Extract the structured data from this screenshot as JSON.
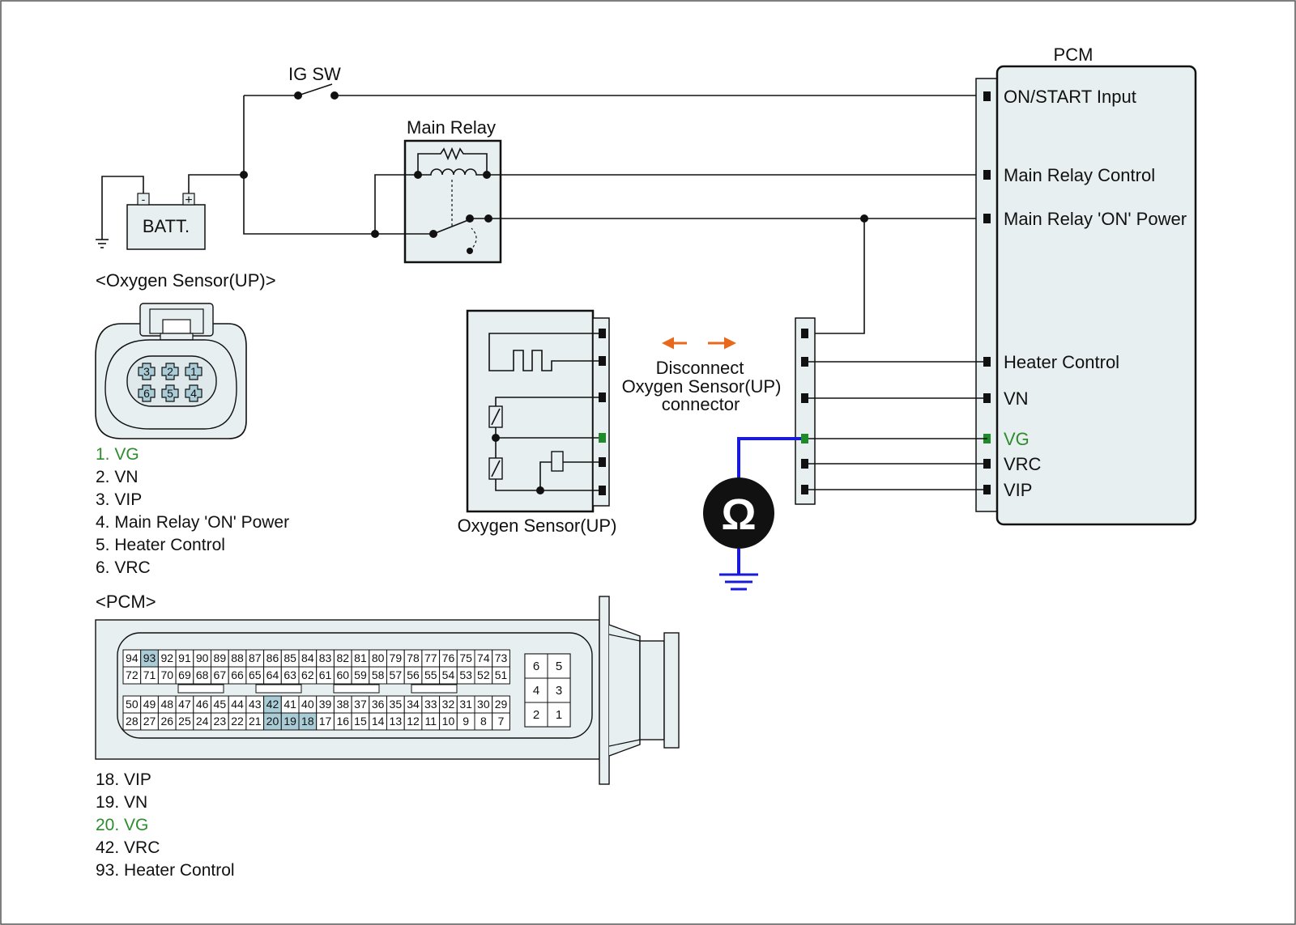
{
  "labels": {
    "ig_sw": "IG SW",
    "main_relay": "Main Relay",
    "batt": "BATT.",
    "batt_minus": "-",
    "batt_plus": "+",
    "pcm": "PCM",
    "pcm_section": "<PCM>",
    "o2_section": "<Oxygen Sensor(UP)>",
    "o2_block": "Oxygen Sensor(UP)",
    "disconnect_1": "Disconnect",
    "disconnect_2": "Oxygen Sensor(UP)",
    "disconnect_3": "connector",
    "ohm": "Ω"
  },
  "pcm_terminals": [
    {
      "label": "ON/START Input"
    },
    {
      "label": "Main Relay Control"
    },
    {
      "label": "Main Relay 'ON' Power"
    },
    {
      "label": "Heater Control"
    },
    {
      "label": "VN"
    },
    {
      "label": "VG"
    },
    {
      "label": "VRC"
    },
    {
      "label": "VIP"
    }
  ],
  "o2_connector_pins": [
    "3",
    "2",
    "1",
    "6",
    "5",
    "4"
  ],
  "o2_pin_list": [
    {
      "text": "1. VG",
      "highlight": true
    },
    {
      "text": "2. VN",
      "highlight": false
    },
    {
      "text": "3. VIP",
      "highlight": false
    },
    {
      "text": "4. Main Relay 'ON' Power",
      "highlight": false
    },
    {
      "text": "5. Heater Control",
      "highlight": false
    },
    {
      "text": "6. VRC",
      "highlight": false
    }
  ],
  "pcm_pin_rows": [
    [
      "94",
      "93",
      "92",
      "91",
      "90",
      "89",
      "88",
      "87",
      "86",
      "85",
      "84",
      "83",
      "82",
      "81",
      "80",
      "79",
      "78",
      "77",
      "76",
      "75",
      "74",
      "73"
    ],
    [
      "72",
      "71",
      "70",
      "69",
      "68",
      "67",
      "66",
      "65",
      "64",
      "63",
      "62",
      "61",
      "60",
      "59",
      "58",
      "57",
      "56",
      "55",
      "54",
      "53",
      "52",
      "51"
    ],
    [
      "50",
      "49",
      "48",
      "47",
      "46",
      "45",
      "44",
      "43",
      "42",
      "41",
      "40",
      "39",
      "38",
      "37",
      "36",
      "35",
      "34",
      "33",
      "32",
      "31",
      "30",
      "29"
    ],
    [
      "28",
      "27",
      "26",
      "25",
      "24",
      "23",
      "22",
      "21",
      "20",
      "19",
      "18",
      "17",
      "16",
      "15",
      "14",
      "13",
      "12",
      "11",
      "10",
      "9",
      "8",
      "7"
    ]
  ],
  "pcm_highlight_pins": [
    "93",
    "42",
    "20",
    "19",
    "18"
  ],
  "pcm_small_block": [
    "6",
    "5",
    "4",
    "3",
    "2",
    "1"
  ],
  "pcm_pin_list": [
    {
      "text": "18. VIP",
      "highlight": false
    },
    {
      "text": "19. VN",
      "highlight": false
    },
    {
      "text": "20. VG",
      "highlight": true
    },
    {
      "text": "42. VRC",
      "highlight": false
    },
    {
      "text": "93. Heater Control",
      "highlight": false
    }
  ],
  "colors": {
    "highlight_text": "#2e8b2e",
    "pin_highlight": "#a9ccd6",
    "probe_wire": "#1a1adb",
    "arrow": "#e8691c",
    "box_fill": "#e8eff0"
  }
}
